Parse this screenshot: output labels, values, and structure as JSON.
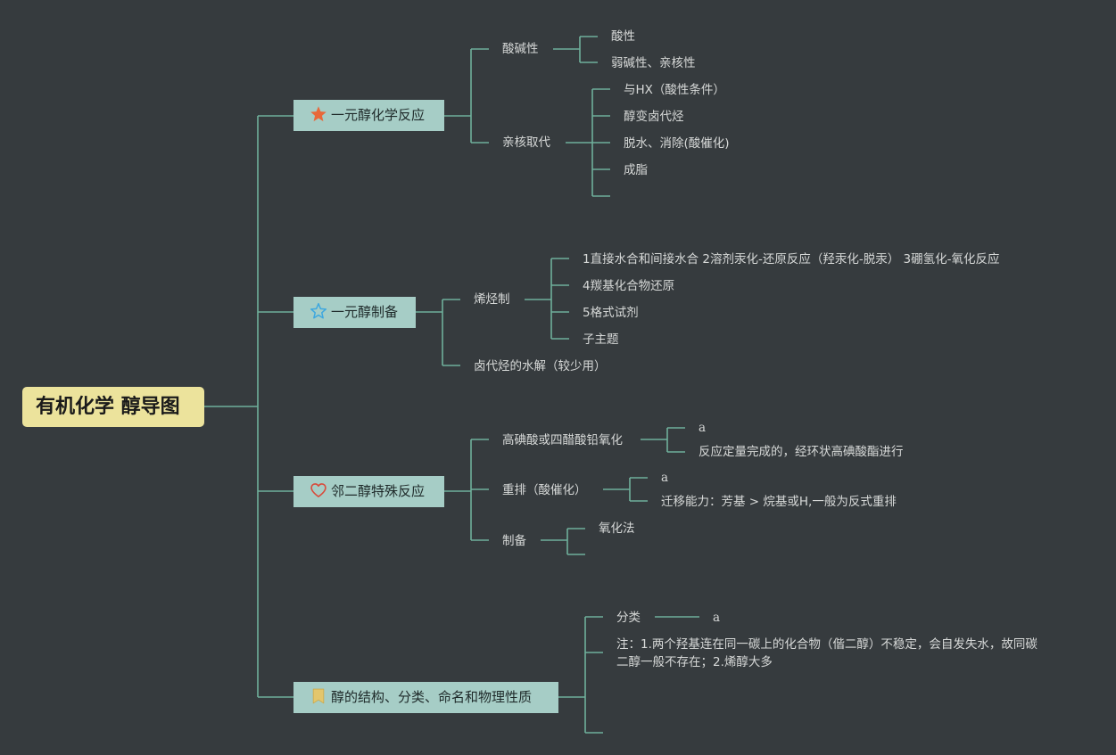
{
  "root": {
    "label": "有机化学 醇导图"
  },
  "branches": [
    {
      "label": "一元醇化学反应",
      "icon": "star-filled-icon",
      "children": [
        {
          "label": "酸碱性",
          "items": [
            "酸性",
            "弱碱性、亲核性"
          ]
        },
        {
          "label": "亲核取代",
          "items": [
            "与HX（酸性条件）",
            "醇变卤代烃",
            "脱水、消除(酸催化)",
            "成脂"
          ]
        }
      ]
    },
    {
      "label": "一元醇制备",
      "icon": "star-outline-icon",
      "children": [
        {
          "label": "烯烃制",
          "items": [
            "1直接水合和间接水合 2溶剂汞化-还原反应（羟汞化-脱汞） 3硼氢化-氧化反应",
            "4羰基化合物还原",
            "5格式试剂",
            "子主题"
          ]
        },
        {
          "label": "卤代烃的水解（较少用）"
        }
      ]
    },
    {
      "label": "邻二醇特殊反应",
      "icon": "heart-icon",
      "children": [
        {
          "label": "高碘酸或四醋酸铅氧化",
          "items": [
            "a",
            "反应定量完成的，经环状高碘酸酯进行"
          ]
        },
        {
          "label": "重排（酸催化）",
          "items": [
            "a",
            "迁移能力：芳基 > 烷基或H,一般为反式重排"
          ]
        },
        {
          "label": "制备",
          "items": [
            "氧化法"
          ]
        }
      ]
    },
    {
      "label": "醇的结构、分类、命名和物理性质",
      "icon": "bookmark-icon",
      "children": [
        {
          "label": "分类",
          "items": [
            "a"
          ]
        },
        {
          "label_lines": [
            "注：1.两个羟基连在同一碳上的化合物（偕二醇）不稳定，会自发失水，故同碳",
            "二醇一般不存在；2.烯醇大多"
          ]
        }
      ]
    }
  ],
  "colors": {
    "background": "#363b3e",
    "connector": "#6fb09b",
    "root_fill": "#ece39c",
    "branch_fill": "#a6cdc6",
    "text": "#d7d9d8",
    "star_filled": "#e8683a",
    "star_outline": "#3fa8df",
    "heart": "#d9493a",
    "bookmark": "#e3c66c"
  }
}
